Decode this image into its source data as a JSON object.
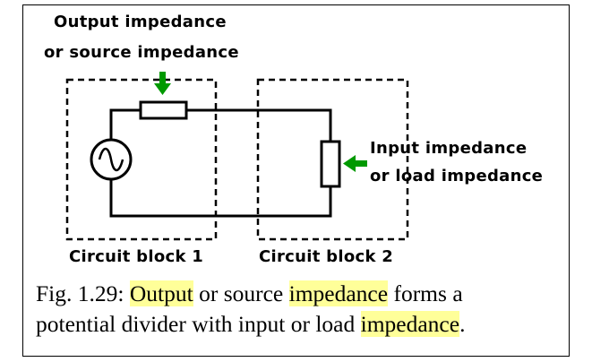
{
  "labels": {
    "output_line1": "Output impedance",
    "output_line2": "or source impedance",
    "input_line1": "Input impedance",
    "input_line2": "or load impedance",
    "block1": "Circuit block 1",
    "block2": "Circuit block 2"
  },
  "caption": {
    "prefix": "Fig. 1.29: ",
    "hl1": "Output",
    "mid1": " or source ",
    "hl2": "impedance",
    "mid2": " forms a",
    "line2_text": "potential divider with input or load ",
    "hl3": "impedance",
    "end": "."
  },
  "colors": {
    "arrow": "#009900",
    "highlight": "#ffff99",
    "line": "#000000"
  }
}
